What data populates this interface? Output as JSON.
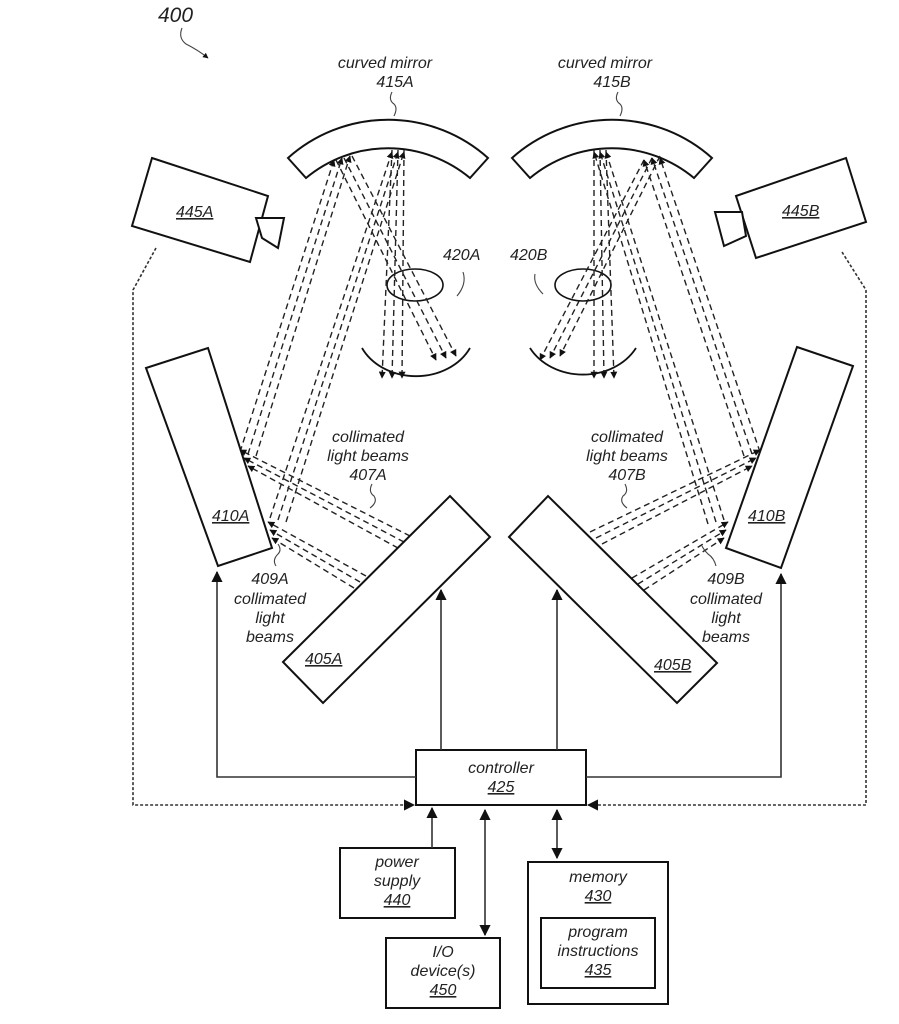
{
  "figure": {
    "number": "400",
    "components": {
      "mirror_a": {
        "name": "curved mirror",
        "ref": "415A"
      },
      "mirror_b": {
        "name": "curved mirror",
        "ref": "415B"
      },
      "camera_a": {
        "ref": "445A"
      },
      "camera_b": {
        "ref": "445B"
      },
      "eye_a": {
        "ref": "420A"
      },
      "eye_b": {
        "ref": "420B"
      },
      "scanner_a": {
        "ref": "410A"
      },
      "scanner_b": {
        "ref": "410B"
      },
      "projector_a": {
        "ref": "405A"
      },
      "projector_b": {
        "ref": "405B"
      },
      "beams_407a": {
        "line1": "collimated",
        "line2": "light beams",
        "ref": "407A"
      },
      "beams_407b": {
        "line1": "collimated",
        "line2": "light beams",
        "ref": "407B"
      },
      "beams_409a": {
        "ref": "409A",
        "line1": "collimated",
        "line2": "light",
        "line3": "beams"
      },
      "beams_409b": {
        "ref": "409B",
        "line1": "collimated",
        "line2": "light",
        "line3": "beams"
      },
      "controller": {
        "name": "controller",
        "ref": "425"
      },
      "power_supply": {
        "line1": "power",
        "line2": "supply",
        "ref": "440"
      },
      "io_devices": {
        "line1": "I/O",
        "line2": "device(s)",
        "ref": "450"
      },
      "memory": {
        "name": "memory",
        "ref": "430"
      },
      "program_instructions": {
        "line1": "program",
        "line2": "instructions",
        "ref": "435"
      }
    }
  }
}
